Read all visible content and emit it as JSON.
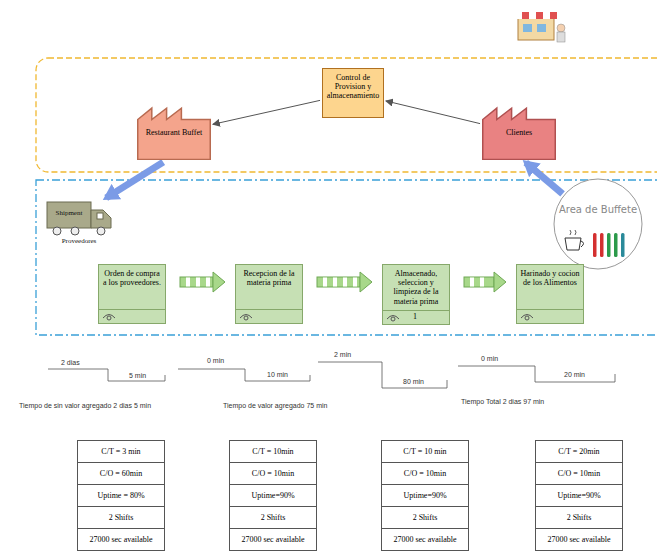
{
  "diagram": {
    "nodes": [
      {
        "text": [
          "Control de Provision y almacenamiento"
        ]
      },
      {
        "text": [
          "Restaurant Buffet"
        ]
      },
      {
        "text": [
          "Clientes"
        ]
      },
      {
        "text": [
          "Shipment",
          "Proveedores"
        ]
      },
      {
        "text": [
          "Area de Buffete"
        ]
      },
      {
        "text": [
          "Orden de compra a los proveedores."
        ]
      },
      {
        "text": [
          "Recepcion de la materia prima"
        ]
      },
      {
        "text": [
          "Almacenado, seleccion y limpieza de la materia prima",
          "1"
        ]
      },
      {
        "text": [
          "Harinado y cocion de los Alimentos"
        ]
      },
      {
        "text": [
          "C/T = 3 min",
          "C/O = 60min",
          "Uptime = 80%",
          "2 Shifts",
          "27000 sec available"
        ]
      },
      {
        "text": [
          "C/T = 10min",
          "C/O = 10min",
          "Uptime=90%",
          "2 Shifts",
          "27000 sec available"
        ]
      },
      {
        "text": [
          "C/T = 10 min",
          "C/O = 10min",
          "Uptime=90%",
          "2 Shifts",
          "27000 sec available"
        ]
      },
      {
        "text": [
          "C/T = 20min",
          "C/O = 10min",
          "Uptime=90%",
          "2 Shifts",
          "27000 sec available"
        ]
      }
    ],
    "edges": [
      {
        "from": 2,
        "to": 0,
        "arrow": "to"
      },
      {
        "from": 0,
        "to": 1,
        "arrow": "to"
      },
      {
        "from": 1,
        "to": 3,
        "arrow": "to"
      },
      {
        "from": 4,
        "to": 2,
        "arrow": "to"
      },
      {
        "from": 5,
        "to": 6,
        "arrow": "to"
      },
      {
        "from": 6,
        "to": 7,
        "arrow": "to"
      },
      {
        "from": 7,
        "to": 8,
        "arrow": "to"
      }
    ],
    "labels": [
      "2 dias",
      "0 min",
      "2 min",
      "0 min",
      "5 min",
      "10 min",
      "80 min",
      "20 min",
      "Tiempo de sin valor agregado 2 dias 5 min",
      "Tiempo de valor agregado 75 min",
      "Tiempo Total 2 dias 97 min"
    ]
  }
}
